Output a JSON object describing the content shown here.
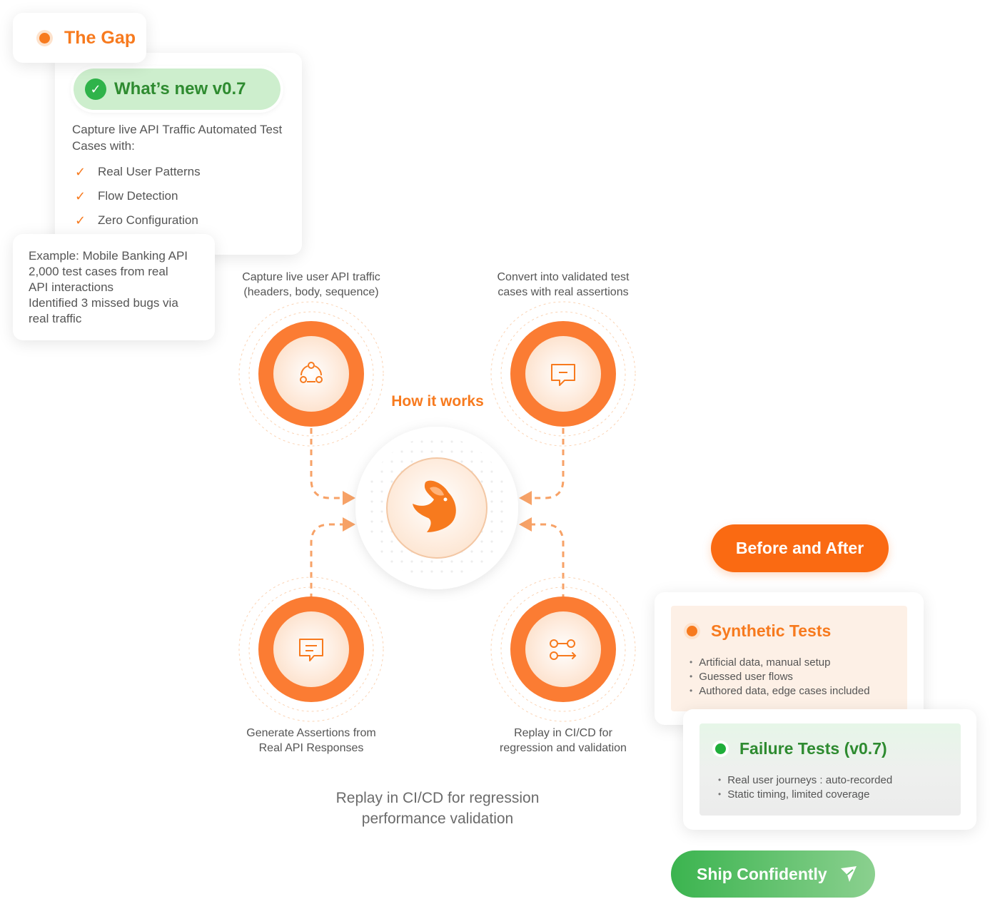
{
  "gap": {
    "title": "The Gap"
  },
  "whats_new": {
    "badge": "What’s new v0.7",
    "description": "Capture live API Traffic Automated Test Cases with:",
    "items": [
      "Real User Patterns",
      "Flow Detection",
      "Zero Configuration"
    ]
  },
  "example": {
    "lines": [
      "Example: Mobile Banking API",
      "2,000 test cases from real",
      "API interactions",
      "Identified 3 missed bugs via",
      "real traffic"
    ]
  },
  "how": {
    "title": "How it works",
    "steps": [
      {
        "label_lines": [
          "Capture live user API traffic",
          "(headers, body, sequence)"
        ],
        "icon": "share-nodes-icon"
      },
      {
        "label_lines": [
          "Convert into validated test",
          "cases with real assertions"
        ],
        "icon": "chat-bubble-icon"
      },
      {
        "label_lines": [
          "Generate Assertions from",
          "Real API Responses"
        ],
        "icon": "message-lines-icon"
      },
      {
        "label_lines": [
          "Replay in CI/CD for",
          "regression and validation"
        ],
        "icon": "flow-arrow-icon"
      }
    ],
    "center_icon": "rabbit-logo-icon",
    "caption_lines": [
      "Replay in CI/CD for regression",
      "performance validation"
    ]
  },
  "before_after": {
    "button": "Before and After",
    "synthetic": {
      "title": "Synthetic Tests",
      "bullets": [
        "Artificial data, manual setup",
        "Guessed user flows",
        "Authored data, edge cases included"
      ]
    },
    "failure": {
      "title": "Failure Tests (v0.7)",
      "bullets": [
        "Real user journeys : auto-recorded",
        "Static timing, limited coverage"
      ]
    }
  },
  "ship": {
    "label": "Ship Confidently",
    "icon": "send-arrow-icon"
  },
  "colors": {
    "orange": "#f77a1e",
    "green": "#2e8b30",
    "accent_orange": "#fa6a12"
  }
}
